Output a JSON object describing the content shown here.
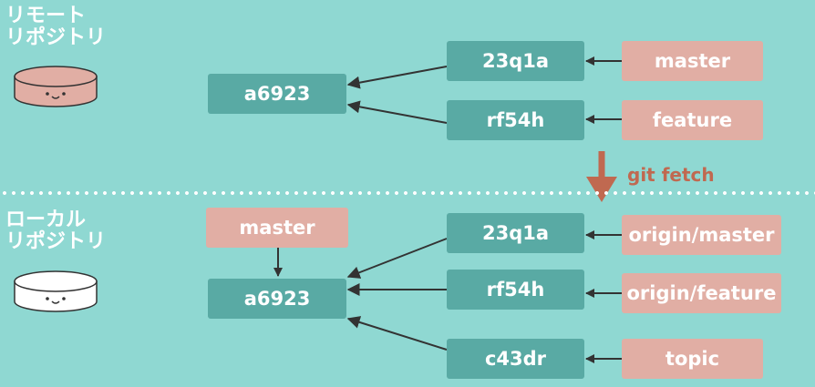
{
  "remote": {
    "label_line1": "リモート",
    "label_line2": "リポジトリ",
    "commits": {
      "base": "a6923",
      "c1": "23q1a",
      "c2": "rf54h"
    },
    "refs": {
      "master": "master",
      "feature": "feature"
    }
  },
  "fetch": {
    "label": "git fetch"
  },
  "local": {
    "label_line1": "ローカル",
    "label_line2": "リポジトリ",
    "commits": {
      "base": "a6923",
      "c1": "23q1a",
      "c2": "rf54h",
      "c3": "c43dr"
    },
    "refs": {
      "master": "master",
      "origin_master": "origin/master",
      "origin_feature": "origin/feature",
      "topic": "topic"
    }
  },
  "colors": {
    "background": "#8fd8d2",
    "commit": "#59aaa4",
    "ref": "#e1aea4",
    "arrow": "#333333",
    "fetch_arrow": "#c06950",
    "remote_db": "#e1aea4",
    "local_db": "#ffffff"
  },
  "icons": {
    "remote_db": "database-cylinder-face-icon",
    "local_db": "database-cylinder-face-icon"
  }
}
